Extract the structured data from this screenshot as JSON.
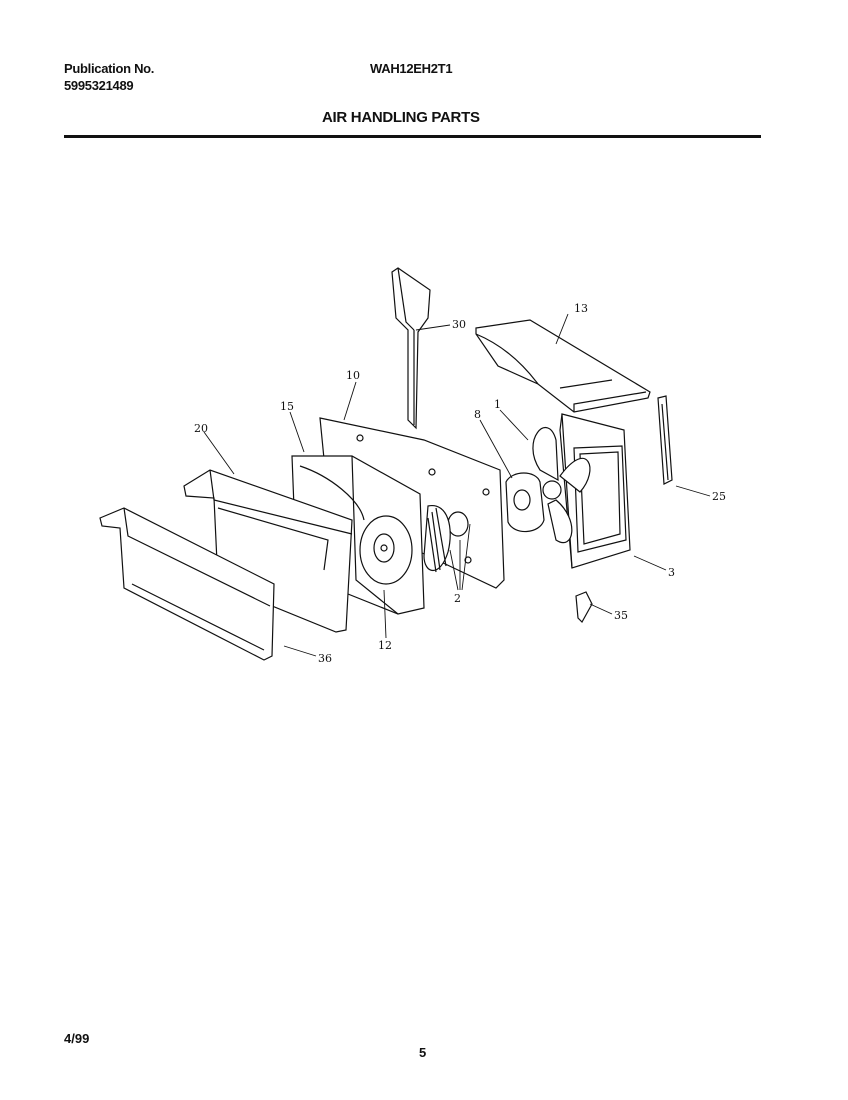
{
  "header": {
    "publication_label": "Publication No.",
    "publication_number": "5995321489",
    "model": "WAH12EH2T1",
    "section_title": "AIR HANDLING PARTS"
  },
  "callouts": [
    {
      "id": "c30",
      "label": "30"
    },
    {
      "id": "c13",
      "label": "13"
    },
    {
      "id": "c10",
      "label": "10"
    },
    {
      "id": "c15",
      "label": "15"
    },
    {
      "id": "c20",
      "label": "20"
    },
    {
      "id": "c8",
      "label": "8"
    },
    {
      "id": "c1",
      "label": "1"
    },
    {
      "id": "c25",
      "label": "25"
    },
    {
      "id": "c2",
      "label": "2"
    },
    {
      "id": "c3",
      "label": "3"
    },
    {
      "id": "c35",
      "label": "35"
    },
    {
      "id": "c12",
      "label": "12"
    },
    {
      "id": "c36",
      "label": "36"
    }
  ],
  "footer": {
    "date": "4/99",
    "page": "5"
  }
}
